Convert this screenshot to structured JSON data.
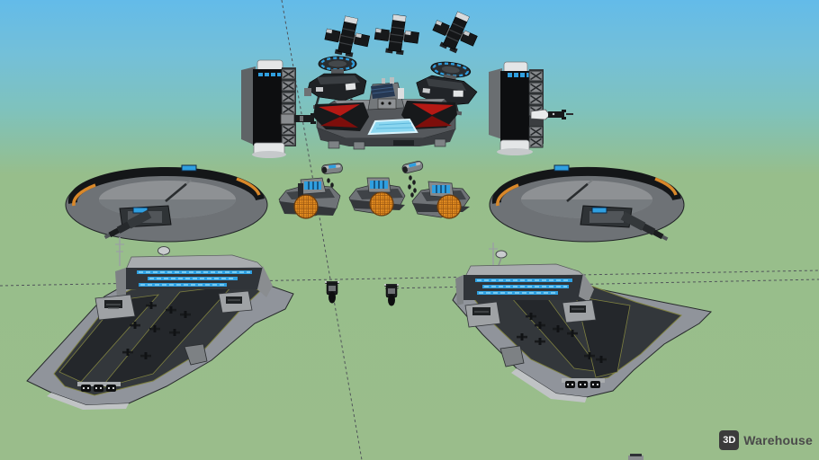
{
  "watermark": {
    "logo": "3D",
    "label": "Warehouse"
  },
  "scene": {
    "background": {
      "sky_top": "#63BBE9",
      "sky_horizon_teal": "#7FC2BC",
      "ground_green": "#9ABD8B"
    },
    "accent_colors": {
      "window_blue": "#2F9FE0",
      "light_strip_blue": "#8FD8F8",
      "wing_red": "#B51914",
      "wing_red_dark": "#7E0E0B",
      "sphere_orange": "#E08A1F",
      "ring_orange": "#D9882A",
      "pool_cyan": "#8AD6F0",
      "hull_gray": "#90949B",
      "deck_dark": "#2B2E32",
      "black_armor": "#17191B"
    },
    "objects": [
      {
        "name": "attack-drone",
        "count": 3,
        "area": "top-center"
      },
      {
        "name": "armored-tower",
        "count": 2,
        "area": "upper-left-and-right"
      },
      {
        "name": "gunship",
        "count": 2,
        "area": "center"
      },
      {
        "name": "command-platform",
        "count": 1,
        "area": "center"
      },
      {
        "name": "orbital-ring-station",
        "count": 2,
        "area": "middle-left-and-right"
      },
      {
        "name": "orb-engine-vehicle",
        "count": 3,
        "area": "middle-center"
      },
      {
        "name": "bomber-capsule",
        "count": 2,
        "area": "middle-center"
      },
      {
        "name": "hoverbike",
        "count": 2,
        "area": "lower-center"
      },
      {
        "name": "wedge-carrier",
        "count": 2,
        "area": "bottom-left-and-right"
      }
    ],
    "guide_lines": {
      "style": "dashed",
      "count": 3
    }
  }
}
